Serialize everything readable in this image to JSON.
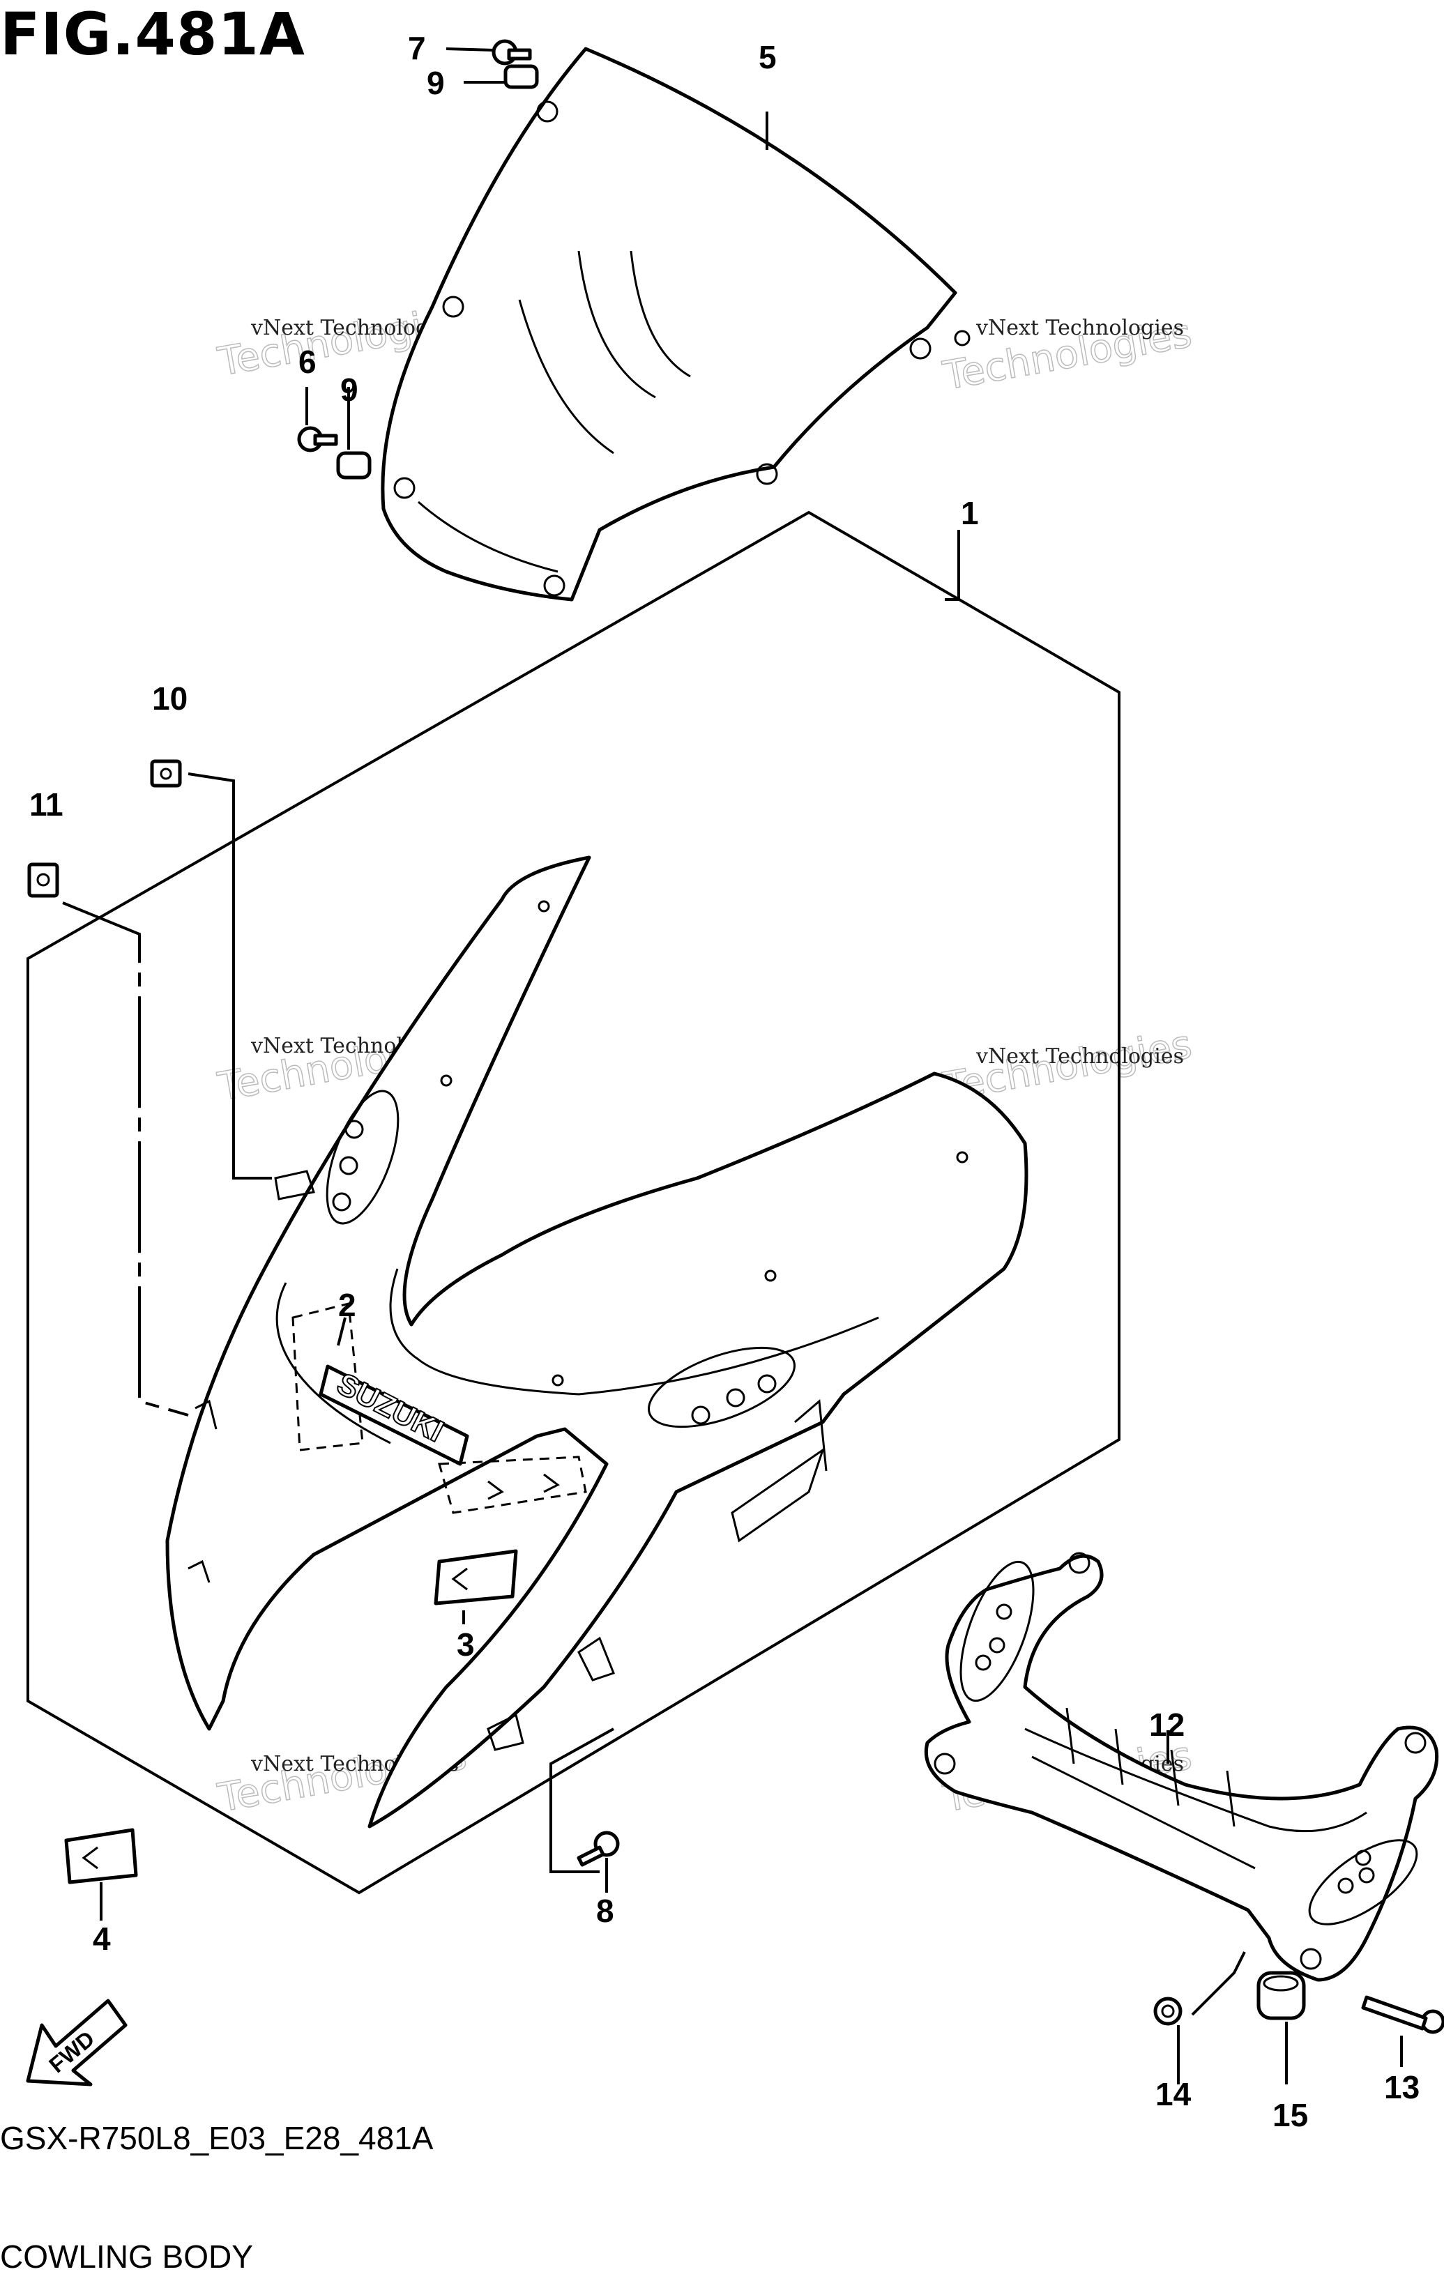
{
  "header": {
    "title": "FIG.481A"
  },
  "footer": {
    "code": "GSX-R750L8_E03_E28_481A",
    "caption": "COWLING BODY"
  },
  "part_labels": {
    "p1": "1",
    "p2": "2",
    "p3": "3",
    "p4": "4",
    "p5": "5",
    "p6": "6",
    "p7": "7",
    "p8": "8",
    "p9a": "9",
    "p9b": "9",
    "p10": "10",
    "p11": "11",
    "p12": "12",
    "p13": "13",
    "p14": "14",
    "p15": "15"
  },
  "decal_text": "SUZUKI",
  "fwd_text": "FWD",
  "watermark": {
    "line1": "vNext Technologies",
    "line2": "Technologies",
    "line3": "vNext"
  }
}
